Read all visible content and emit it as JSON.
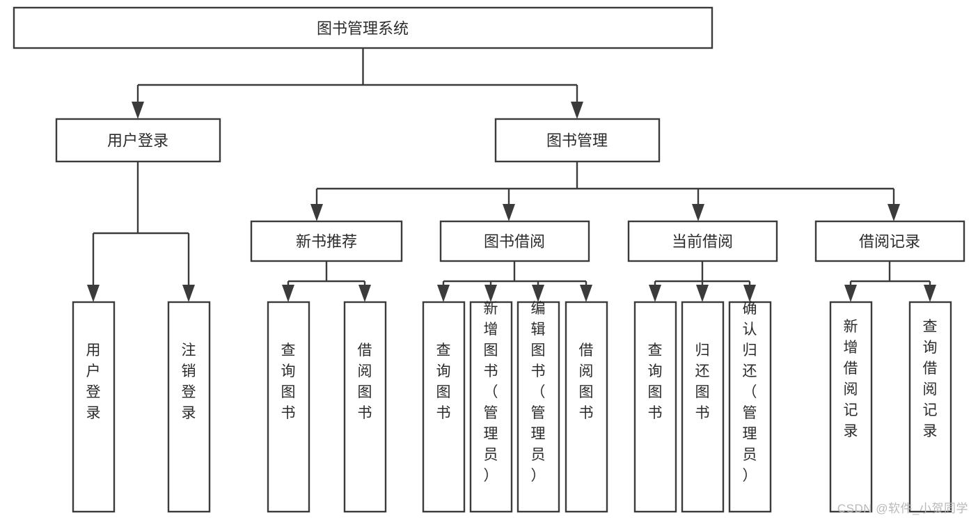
{
  "diagram": {
    "type": "tree",
    "title": "图书管理系统",
    "orientation": "top-down",
    "colors": {
      "box_fill": "#ffffff",
      "box_stroke": "#3b3b3b",
      "text": "#2b2b2b",
      "connector": "#3b3b3b",
      "watermark": "#b9b9b9",
      "background": "#ffffff"
    },
    "nodes": {
      "root": {
        "label": "图书管理系统",
        "level": 1,
        "orientation": "horizontal"
      },
      "l2": [
        {
          "id": "user-login",
          "label": "用户登录",
          "level": 2,
          "orientation": "horizontal"
        },
        {
          "id": "book-manage",
          "label": "图书管理",
          "level": 2,
          "orientation": "horizontal"
        }
      ],
      "l3": [
        {
          "id": "new-book-recommend",
          "label": "新书推荐",
          "level": 3,
          "orientation": "horizontal",
          "parent": "book-manage"
        },
        {
          "id": "book-borrow",
          "label": "图书借阅",
          "level": 3,
          "orientation": "horizontal",
          "parent": "book-manage"
        },
        {
          "id": "current-borrow",
          "label": "当前借阅",
          "level": 3,
          "orientation": "horizontal",
          "parent": "book-manage"
        },
        {
          "id": "borrow-record",
          "label": "借阅记录",
          "level": 3,
          "orientation": "horizontal",
          "parent": "book-manage"
        }
      ],
      "leaves": [
        {
          "id": "leaf-user-login",
          "label": "用户登录",
          "parent": "user-login",
          "orientation": "vertical"
        },
        {
          "id": "leaf-logout",
          "label": "注销登录",
          "parent": "user-login",
          "orientation": "vertical"
        },
        {
          "id": "leaf-query-book-1",
          "label": "查询图书",
          "parent": "new-book-recommend",
          "orientation": "vertical"
        },
        {
          "id": "leaf-borrow-book-1",
          "label": "借阅图书",
          "parent": "new-book-recommend",
          "orientation": "vertical"
        },
        {
          "id": "leaf-query-book-2",
          "label": "查询图书",
          "parent": "book-borrow",
          "orientation": "vertical"
        },
        {
          "id": "leaf-add-book",
          "label": "新增图书（管理员）",
          "parent": "book-borrow",
          "orientation": "vertical"
        },
        {
          "id": "leaf-edit-book",
          "label": "编辑图书（管理员）",
          "parent": "book-borrow",
          "orientation": "vertical"
        },
        {
          "id": "leaf-borrow-book-2",
          "label": "借阅图书",
          "parent": "book-borrow",
          "orientation": "vertical"
        },
        {
          "id": "leaf-query-book-3",
          "label": "查询图书",
          "parent": "current-borrow",
          "orientation": "vertical"
        },
        {
          "id": "leaf-return-book",
          "label": "归还图书",
          "parent": "current-borrow",
          "orientation": "vertical"
        },
        {
          "id": "leaf-confirm-return",
          "label": "确认归还（管理员）",
          "parent": "current-borrow",
          "orientation": "vertical"
        },
        {
          "id": "leaf-add-record",
          "label": "新增借阅记录",
          "parent": "borrow-record",
          "orientation": "vertical"
        },
        {
          "id": "leaf-query-record",
          "label": "查询借阅记录",
          "parent": "borrow-record",
          "orientation": "vertical"
        }
      ]
    },
    "watermark": "CSDN @软件_小贺同学"
  }
}
